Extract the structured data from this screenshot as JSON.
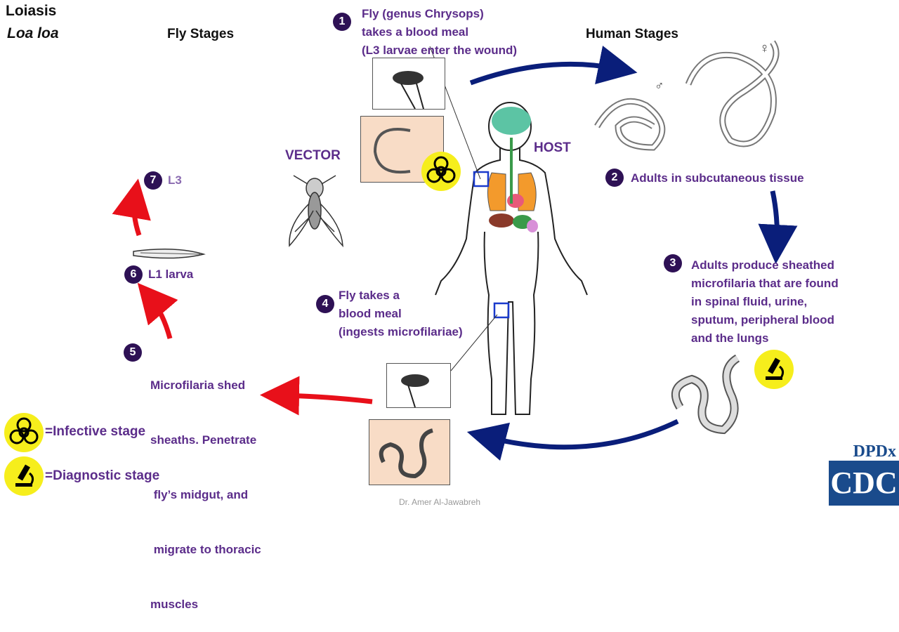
{
  "title": "Loiasis",
  "subtitle": "Loa loa",
  "headings": {
    "fly_stages": "Fly Stages",
    "human_stages": "Human Stages"
  },
  "roles": {
    "vector": "VECTOR",
    "host": "HOST"
  },
  "steps": [
    {
      "num": "1",
      "lines": [
        "Fly (genus Chrysops)",
        "takes a blood meal",
        "(L3 larvae enter the wound)"
      ]
    },
    {
      "num": "2",
      "lines": [
        "Adults in subcutaneous tissue"
      ]
    },
    {
      "num": "3",
      "lines": [
        "Adults produce sheathed",
        "microfilaria that are found",
        "in spinal fluid, urine,",
        "sputum, peripheral blood",
        "and the lungs"
      ]
    },
    {
      "num": "4",
      "lines": [
        "Fly takes a",
        "blood meal",
        "(ingests microfilariae)"
      ]
    },
    {
      "num": "5",
      "lines": [
        "Microfilaria shed",
        "sheaths. Penetrate",
        " fly’s midgut, and",
        " migrate to thoracic",
        "muscles"
      ]
    },
    {
      "num": "6",
      "lines": [
        "L1 larva"
      ]
    },
    {
      "num": "7",
      "lines": [
        "L3"
      ]
    }
  ],
  "legend": {
    "infective": "=Infective stage",
    "diagnostic": "=Diagnostic stage"
  },
  "sex_symbols": {
    "female": "♀",
    "male": "♂"
  },
  "footer": "Dr. Amer Al-Jawabreh",
  "logo": {
    "dpdx": "DPDx",
    "cdc": "CDC"
  },
  "colors": {
    "blue_arrow": "#0a1e7a",
    "red_arrow": "#e8101a",
    "step_text": "#5b2c8a",
    "badge": "#2e1155",
    "hazard": "#f6ee1c"
  }
}
